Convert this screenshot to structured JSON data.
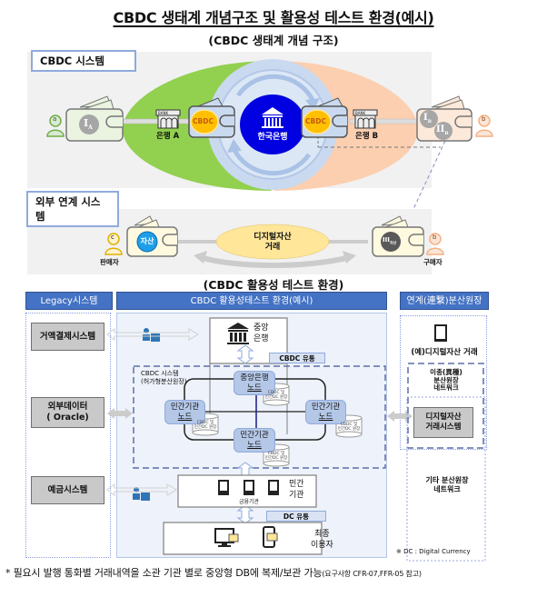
{
  "title": "CBDC 생태계 개념구조 및 활용성 테스트 환경(예시)",
  "section1": {
    "heading": "(CBDC 생태계 개념 구조)",
    "cbdc_system_label": "CBDC 시스템",
    "external_system_label": "외부 연계 시스템",
    "user_a": "a",
    "user_b": "b",
    "user_c": "c",
    "wallet_a_coin": "I",
    "wallet_a_sub": "A",
    "wallet_b_coin1": "I",
    "wallet_b_coin1_sub": "B",
    "wallet_b_coin2": "II",
    "wallet_b_coin2_sub": "B",
    "cbdc_coin": "CBDC",
    "bank_sign": "BANK",
    "bank_a": "은행 A",
    "bank_b": "은행 B",
    "central_bank": "한국은행",
    "asset_coin": "자산",
    "wallet_c_coin": "III",
    "wallet_c_sub": "자산",
    "exchange": "디지털자산\n거래",
    "exchange_line1": "디지털자산",
    "exchange_line2": "거래",
    "seller": "판매자",
    "buyer": "구매자",
    "colors": {
      "green": "#92d050",
      "peach": "#fbcfb0",
      "navy": "#0000e0",
      "cbdc_coin": "#ffc000"
    }
  },
  "section2": {
    "heading": "(CBDC 활용성 테스트 환경)",
    "legacy": {
      "header": "Legacy시스템",
      "systems": [
        {
          "line1": "거액결제시스템",
          "line2": ""
        },
        {
          "line1": "외부데이터",
          "line2": "( Oracle)"
        },
        {
          "line1": "예금시스템",
          "line2": ""
        }
      ]
    },
    "test_env": {
      "header": "CBDC 활용성테스트 환경(예시)",
      "central_bank_line1": "중앙",
      "central_bank_line2": "은행",
      "cbdc_flow": "CBDC 유통",
      "cbdc_system_line1": "CBDC 시스템",
      "cbdc_system_line2": "(허가형분산원장)",
      "nodes": [
        {
          "line1": "중앙은행",
          "line2": "노드"
        },
        {
          "line1": "민간기관",
          "line2": "노드"
        },
        {
          "line1": "민간기관",
          "line2": "노드"
        },
        {
          "line1": "민간기관",
          "line2": "노드"
        }
      ],
      "db_line1": "CBDC 및",
      "db_line2": "민간DC 원장",
      "private_line1": "민간",
      "private_line2": "기관",
      "financial_inst": "금융기관",
      "dc_flow": "DC 유통",
      "end_user_line1": "최종",
      "end_user_line2": "이용자"
    },
    "linked": {
      "header": "연계(連繫)분산원장",
      "digital_asset_exchange": "(예)디지털자산 거래",
      "heterogeneous_line1": "이종(異種)",
      "heterogeneous_line2": "분산원장",
      "heterogeneous_line3": "네트워크",
      "trade_system_line1": "디지털자산",
      "trade_system_line2": "거래시스템",
      "other_line1": "기타 분산원장",
      "other_line2": "네트워크",
      "dc_note": "※ DC : Digital Currency"
    },
    "colors": {
      "header_blue": "#4472c4",
      "node_blue": "#b4c7e7",
      "panel_bg": "#eef2fa"
    }
  },
  "footnote": {
    "main": "* 필요시 발행 통화별 거래내역을 소관 기관 별로 중앙형 DB에 복제/보관 가능",
    "ref": "(요구사항 CFR-07,FFR-05 참고)"
  }
}
